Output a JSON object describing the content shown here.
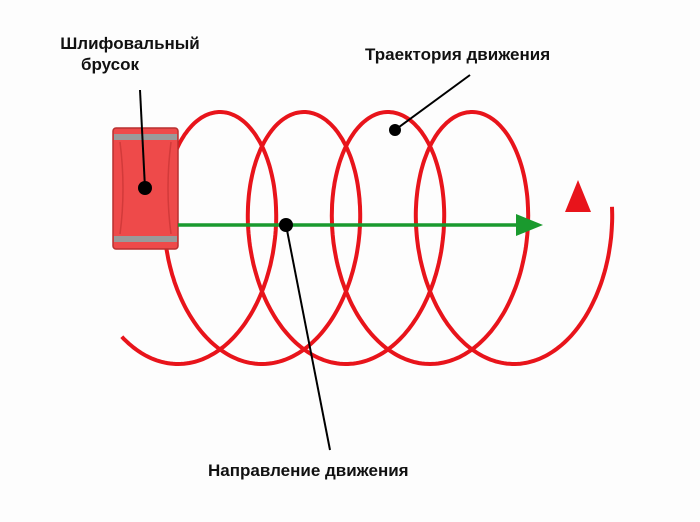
{
  "labels": {
    "tool": [
      "Шлифовальный",
      "брусок"
    ],
    "trajectory": "Траектория движения",
    "direction": "Направление движения"
  },
  "colors": {
    "trajectory": "#e8141b",
    "direction": "#1a9a2e",
    "tool_body": "#ee4a4a",
    "tool_band": "#9a9a9a",
    "pointer": "#000000"
  }
}
